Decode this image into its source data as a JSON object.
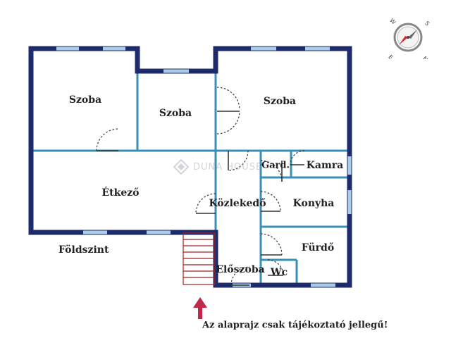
{
  "floor_label": "Földszint",
  "disclaimer": "Az alaprajz csak tájékoztató jellegű!",
  "watermark": "DUNA HOUSE",
  "rooms": {
    "szoba_left": "Szoba",
    "szoba_middle": "Szoba",
    "szoba_right": "Szoba",
    "etkezo": "Étkező",
    "kozlekedo": "Közlekedő",
    "gard": "Gard.",
    "kamra": "Kamra",
    "konyha": "Konyha",
    "furdo": "Fürdő",
    "eloszoba": "Előszoba",
    "wc": "Wc"
  },
  "compass": {
    "n": "N",
    "e": "E",
    "s": "S",
    "w": "W"
  },
  "colors": {
    "outer_wall": "#1d2a6b",
    "inner_wall": "#3a8fb5",
    "window": "#a9cde4",
    "door": "#333333",
    "stairs": "#a02020",
    "entry_arrow": "#c0284a",
    "label": "#222222"
  }
}
